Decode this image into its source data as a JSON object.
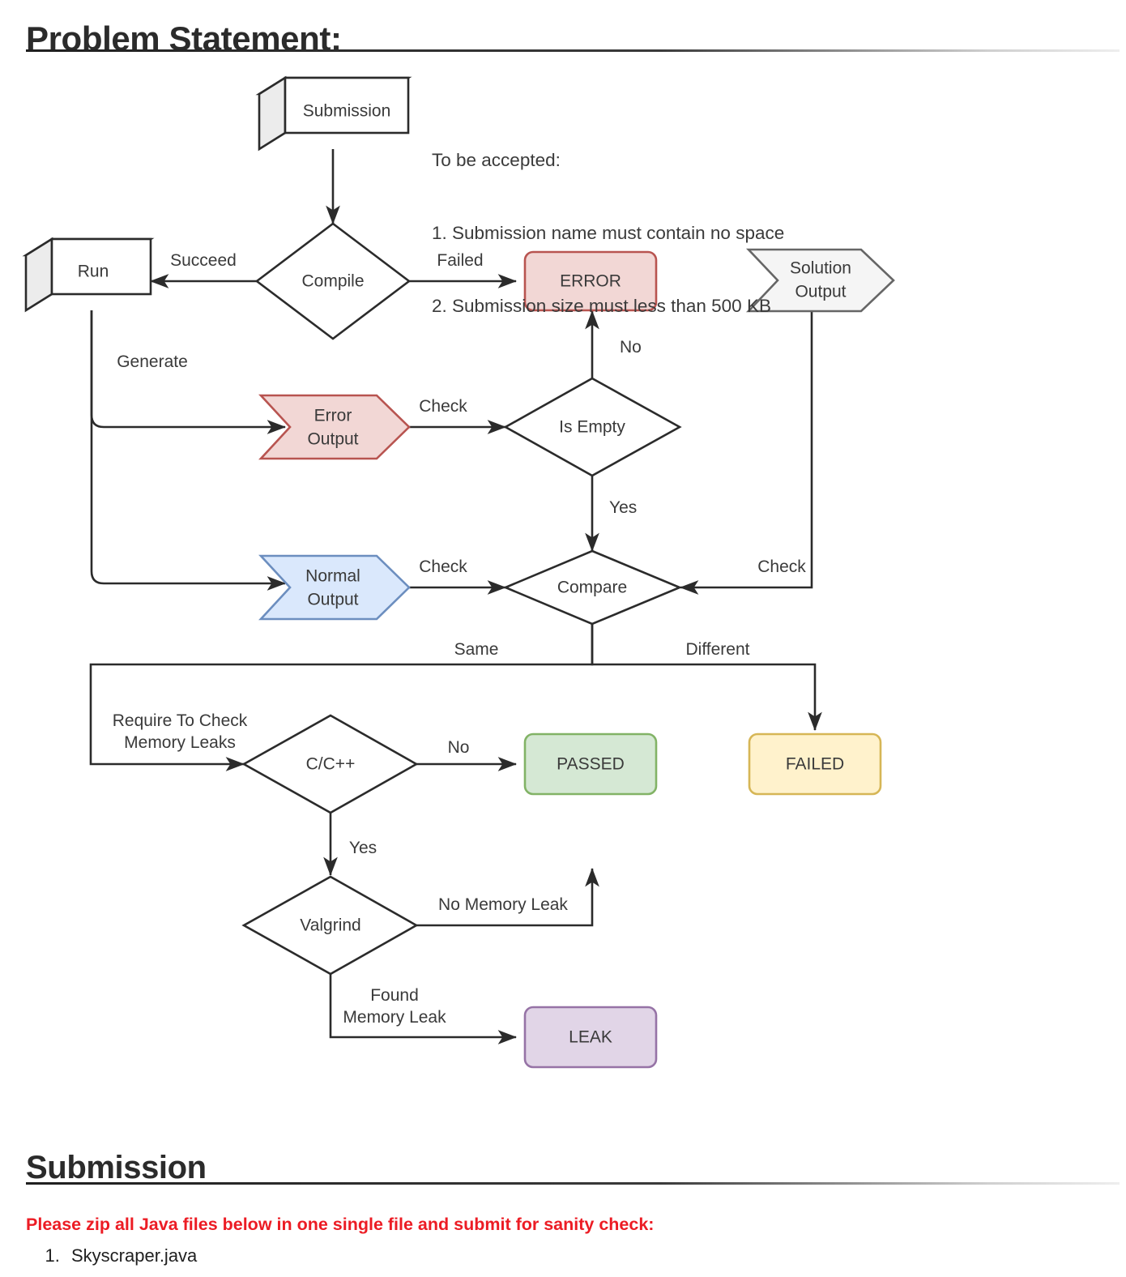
{
  "page": {
    "headings": {
      "problem_statement": "Problem Statement:",
      "submission": "Submission"
    },
    "submission_instruction": "Please zip all Java files below in one single file and submit for sanity check:",
    "files": [
      "Skyscraper.java"
    ]
  },
  "notes": {
    "line1": "To be accepted:",
    "line2": "1. Submission name must contain no space",
    "line3": "2. Submission size must less than 500 KB"
  },
  "flowchart": {
    "nodes": {
      "submission": "Submission",
      "compile": "Compile",
      "run": "Run",
      "error": "ERROR",
      "solution_output_line1": "Solution",
      "solution_output_line2": "Output",
      "error_output_line1": "Error",
      "error_output_line2": "Output",
      "normal_output_line1": "Normal",
      "normal_output_line2": "Output",
      "is_empty": "Is Empty",
      "compare": "Compare",
      "cpp": "C/C++",
      "valgrind": "Valgrind",
      "passed": "PASSED",
      "failed": "FAILED",
      "leak": "LEAK"
    },
    "edge_labels": {
      "succeed": "Succeed",
      "failed": "Failed",
      "generate": "Generate",
      "check_error": "Check",
      "check_normal": "Check",
      "check_solution": "Check",
      "no_is_empty": "No",
      "yes_is_empty": "Yes",
      "same": "Same",
      "different": "Different",
      "require_line1": "Require To Check",
      "require_line2": "Memory Leaks",
      "no_cpp": "No",
      "yes_cpp": "Yes",
      "no_memory_leak": "No Memory Leak",
      "found_line1": "Found",
      "found_line2": "Memory Leak"
    },
    "colors": {
      "error_fill": "#f2d7d5",
      "error_stroke": "#b85450",
      "error_output_fill": "#f2d7d5",
      "error_output_stroke": "#b85450",
      "normal_output_fill": "#dae8fc",
      "normal_output_stroke": "#6c8ebf",
      "passed_fill": "#d5e8d4",
      "passed_stroke": "#82b366",
      "failed_fill": "#fff2cc",
      "failed_stroke": "#d6b656",
      "leak_fill": "#e1d5e7",
      "leak_stroke": "#9673a6",
      "plain_fill": "#ffffff",
      "plain_stroke": "#2b2b2b",
      "cube_shade": "#ececec",
      "solution_fill": "#f5f5f5",
      "solution_stroke": "#666666",
      "edge_stroke": "#2b2b2b",
      "instruction_red": "#ec1c24"
    }
  }
}
